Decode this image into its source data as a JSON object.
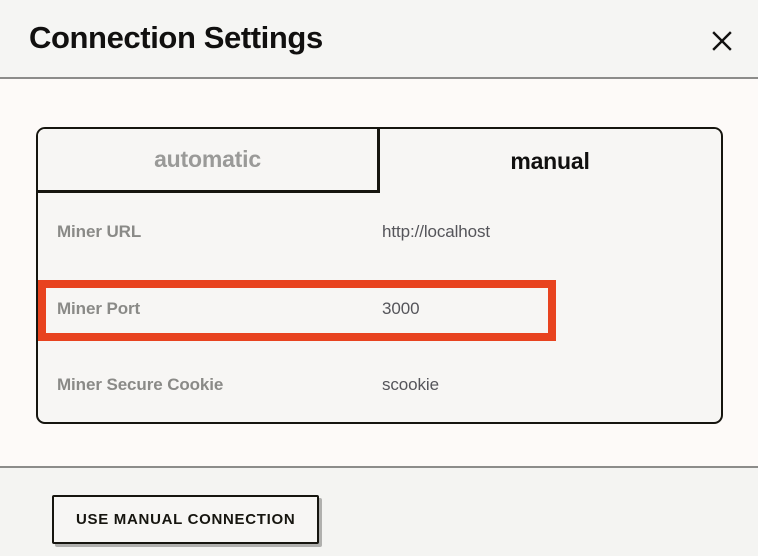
{
  "header": {
    "title": "Connection Settings",
    "close_icon": "close-icon"
  },
  "tabs": [
    {
      "id": "automatic",
      "label": "automatic",
      "active": false
    },
    {
      "id": "manual",
      "label": "manual",
      "active": true
    }
  ],
  "settings": {
    "rows": [
      {
        "label": "Miner URL",
        "value": "http://localhost",
        "highlighted": true
      },
      {
        "label": "Miner Port",
        "value": "3000",
        "highlighted": false
      },
      {
        "label": "Miner Secure Cookie",
        "value": "scookie",
        "highlighted": false
      }
    ]
  },
  "footer": {
    "primary_button": "USE MANUAL CONNECTION"
  },
  "colors": {
    "highlight": "#e8431f",
    "header_bg": "#f5f5f3",
    "body_bg": "#fdfaf8",
    "panel_bg": "#f7f6f4",
    "footer_bg": "#f4f4f2",
    "text_primary": "#11100f",
    "label_gray": "#8a8a87",
    "value_gray": "#55555a",
    "tab_inactive": "#9a9a98",
    "border": "#16150f"
  }
}
